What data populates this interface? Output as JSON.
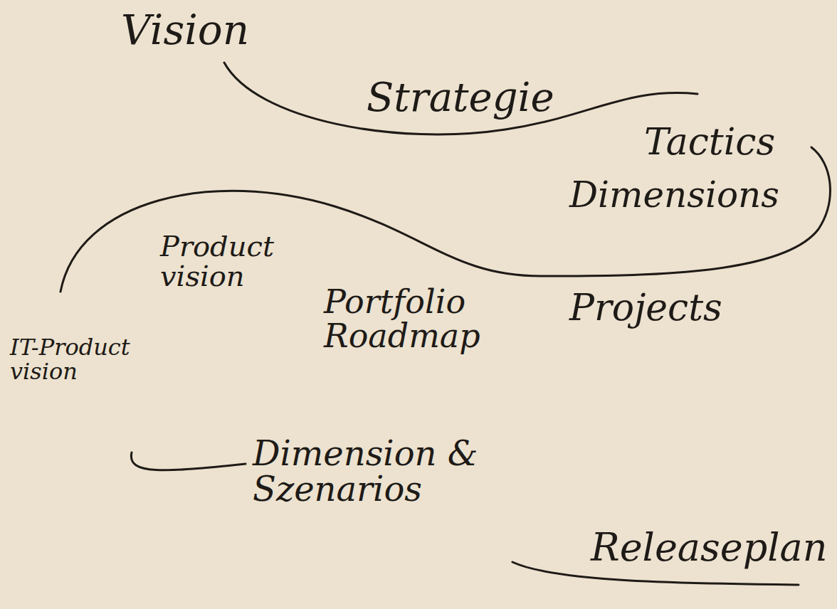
{
  "diagram": {
    "labels": [
      "Vision",
      "Strategie",
      "Tactics",
      "Dimensions",
      "Product vision",
      "Portfolio Roadmap",
      "Projects",
      "IT-Product vision",
      "Dimension & Szenarios",
      "Releaseplan"
    ]
  }
}
